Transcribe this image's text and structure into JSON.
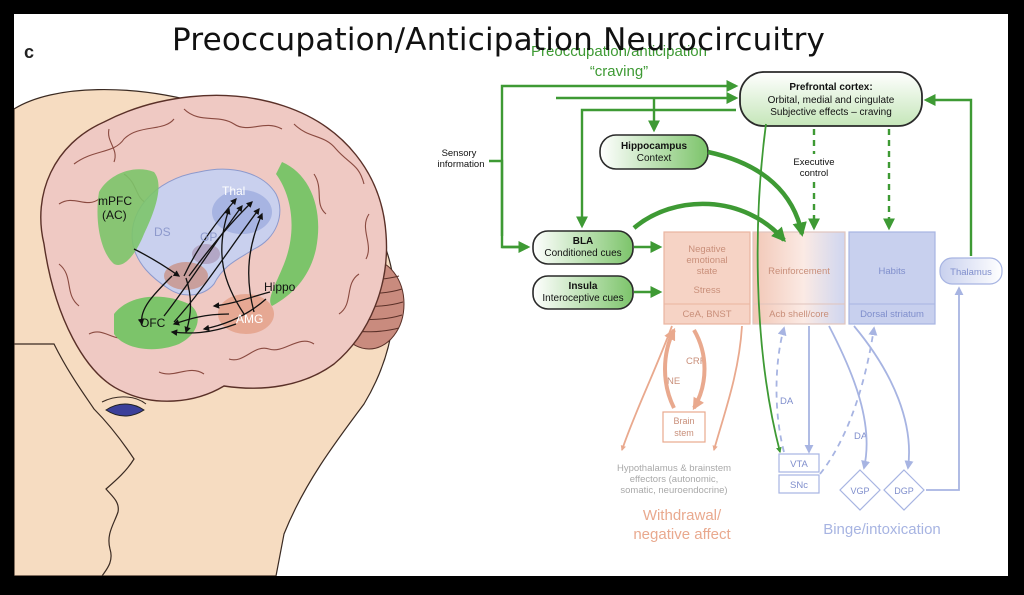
{
  "slide_title": "Preoccupation/Anticipation  Neurocircuitry",
  "panel_letter": "c",
  "colors": {
    "green": "#3e9a34",
    "green_fill": "#7cc46a",
    "pink": "#e9a98e",
    "lavender": "#a7b4e2",
    "skin": "#f6dcc1",
    "brain": "#efc9c3"
  },
  "brain_labels": {
    "mpfc": "mPFC",
    "ac": "(AC)",
    "ds": "DS",
    "gp": "GP",
    "thal": "Thal",
    "hippo": "Hippo",
    "amg": "AMG",
    "ofc": "OFC"
  },
  "diagram": {
    "stage_title_line1": "Preoccupation/anticipation",
    "stage_title_line2": "“craving”",
    "prefrontal": {
      "title": "Prefrontal cortex:",
      "line1": "Orbital, medial and cingulate",
      "line2": "Subjective effects – craving"
    },
    "hippocampus": {
      "title": "Hippocampus",
      "sub": "Context"
    },
    "bla": {
      "title": "BLA",
      "sub": "Conditioned cues"
    },
    "insula": {
      "title": "Insula",
      "sub": "Interoceptive cues"
    },
    "sensory": {
      "line1": "Sensory",
      "line2": "information"
    },
    "executive": {
      "line1": "Executive",
      "line2": "control"
    },
    "negative_box": {
      "line1": "Negative",
      "line2": "emotional",
      "line3": "state",
      "line4": "Stress",
      "bottom": "CeA, BNST"
    },
    "reinforcement_box": {
      "top": "Reinforcement",
      "bottom": "Acb shell/core"
    },
    "habits_box": {
      "top": "Habits",
      "bottom": "Dorsal striatum"
    },
    "thalamus": "Thalamus",
    "crf": "CRF",
    "ne": "NE",
    "brain_stem": {
      "line1": "Brain",
      "line2": "stem"
    },
    "hypothalamus": {
      "line1": "Hypothalamus & brainstem",
      "line2": "effectors (autonomic,",
      "line3": "somatic, neuroendocrine)"
    },
    "withdrawal": {
      "line1": "Withdrawal/",
      "line2": "negative affect"
    },
    "vta": "VTA",
    "snc": "SNc",
    "da1": "DA",
    "da2": "DA",
    "vgp": "VGP",
    "dgp": "DGP",
    "binge": "Binge/intoxication"
  }
}
